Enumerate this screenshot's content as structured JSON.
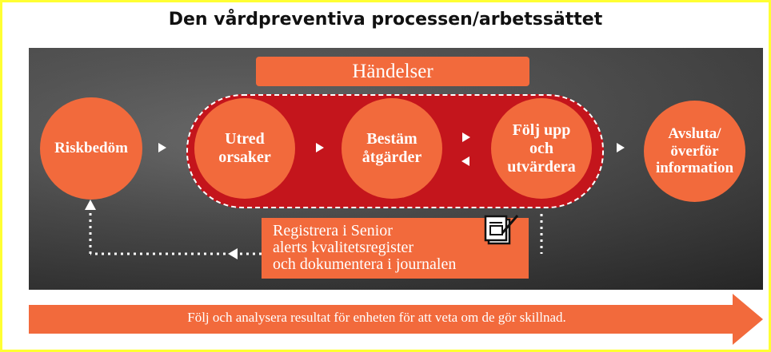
{
  "title": "Den vårdpreventiva processen/arbetssättet",
  "events_label": "Händelser",
  "steps": [
    {
      "label": "Riskbedöm"
    },
    {
      "label": "Utred\norsaker"
    },
    {
      "label": "Bestäm\nåtgärder"
    },
    {
      "label": "Följ upp\noch\nutvärdera"
    },
    {
      "label": "Avsluta/\növerför\ninformation"
    }
  ],
  "register_text": "Registrera i Senior\nalerts kvalitetsregister\noch dokumentera i journalen",
  "bottom_arrow_text": "Följ och analysera resultat för enheten för att veta om de gör skillnad.",
  "colors": {
    "accent_orange": "#f26a3c",
    "pill_red": "#c4151c",
    "frame_yellow": "#ffff33",
    "panel_dark": "#3a3a3a"
  },
  "icons": [
    "document-edit-icon",
    "arrow-right-icon",
    "arrow-left-icon",
    "arrow-up-icon"
  ]
}
